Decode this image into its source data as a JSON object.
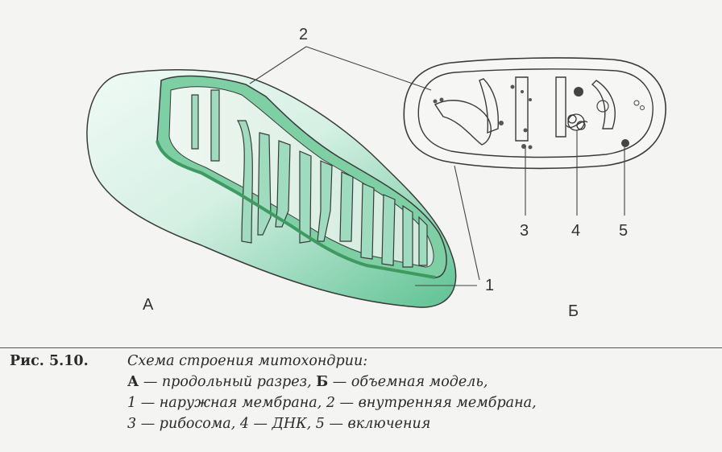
{
  "labels": {
    "inner_membrane": "2",
    "outer_membrane": "1",
    "ribosome": "3",
    "dna": "4",
    "inclusions": "5",
    "part_a": "А",
    "part_b": "Б"
  },
  "caption": {
    "figure_number": "Рис. 5.10.",
    "title": "Схема строения митохондрии:",
    "line2": {
      "a_letter": "А",
      "a_text": " — продольный разрез, ",
      "b_letter": "Б",
      "b_text": " — объемная модель,"
    },
    "line3": "1 — наружная мембрана, 2 — внутренняя мембрана,",
    "line4": "3 — рибосома, 4 — ДНК, 5 — включения"
  },
  "colors": {
    "membrane_green": "#3f9a62",
    "matrix_green": "#9fdcbf",
    "outline": "#3a3a3a",
    "background": "#f4f4f2"
  }
}
